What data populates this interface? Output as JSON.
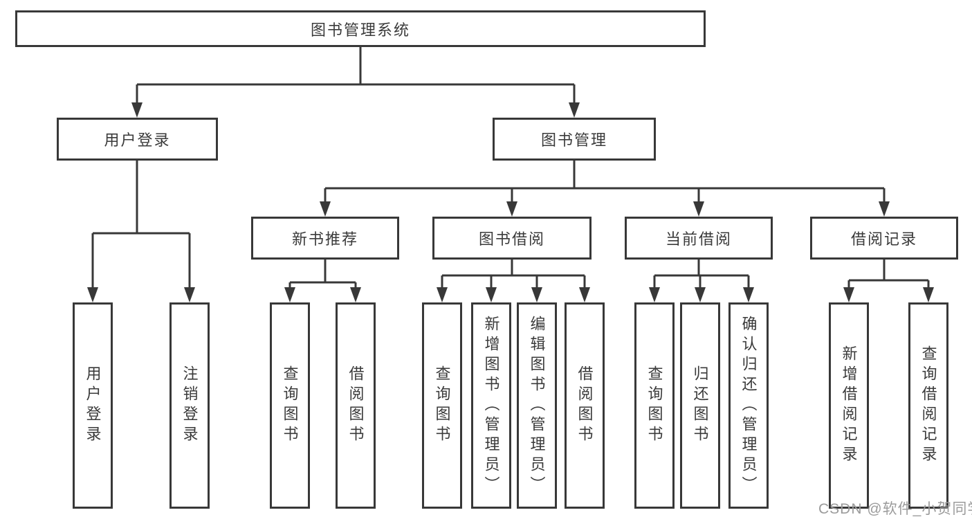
{
  "diagram_type": "hierarchy-tree",
  "colors": {
    "line": "#383838",
    "text": "#3a3a3a",
    "box_background": "#ffffff",
    "watermark": "#9b9b9b"
  },
  "tree": {
    "root": {
      "label": "图书管理系统"
    },
    "branches": [
      {
        "label": "用户登录",
        "children": [
          {
            "label": "用户登录"
          },
          {
            "label": "注销登录"
          }
        ]
      },
      {
        "label": "图书管理",
        "groups": [
          {
            "label": "新书推荐",
            "children": [
              {
                "label": "查询图书"
              },
              {
                "label": "借阅图书"
              }
            ]
          },
          {
            "label": "图书借阅",
            "children": [
              {
                "label": "查询图书"
              },
              {
                "label": "新增图书（管理员）"
              },
              {
                "label": "编辑图书（管理员）"
              },
              {
                "label": "借阅图书"
              }
            ]
          },
          {
            "label": "当前借阅",
            "children": [
              {
                "label": "查询图书"
              },
              {
                "label": "归还图书"
              },
              {
                "label": "确认归还（管理员）"
              }
            ]
          },
          {
            "label": "借阅记录",
            "children": [
              {
                "label": "新增借阅记录"
              },
              {
                "label": "查询借阅记录"
              }
            ]
          }
        ]
      }
    ]
  },
  "watermark": {
    "text": "CSDN @软件_小贺同学"
  }
}
